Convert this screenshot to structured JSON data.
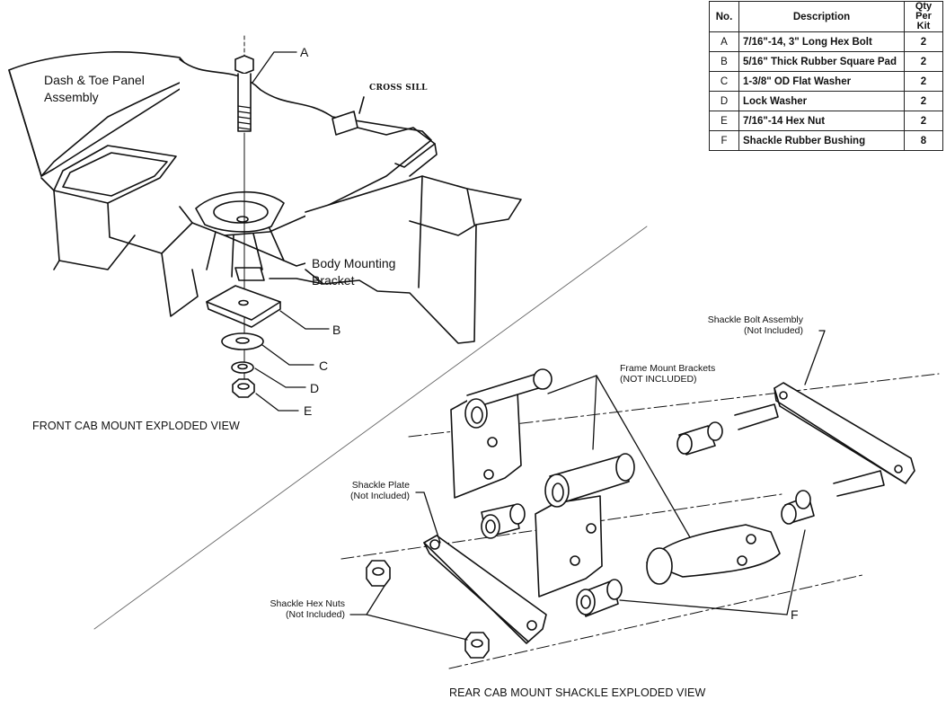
{
  "parts_table": {
    "headers": {
      "no": "No.",
      "description": "Description",
      "qty_line1": "Qty",
      "qty_line2": "Per Kit"
    },
    "rows": [
      {
        "no": "A",
        "description": "7/16\"-14, 3\" Long Hex Bolt",
        "qty": "2"
      },
      {
        "no": "B",
        "description": "5/16\" Thick Rubber Square Pad",
        "qty": "2"
      },
      {
        "no": "C",
        "description": "1-3/8\" OD Flat Washer",
        "qty": "2"
      },
      {
        "no": "D",
        "description": "Lock Washer",
        "qty": "2"
      },
      {
        "no": "E",
        "description": "7/16\"-14 Hex Nut",
        "qty": "2"
      },
      {
        "no": "F",
        "description": "Shackle Rubber Bushing",
        "qty": "8"
      }
    ]
  },
  "front_view": {
    "dash_label_line1": "Dash & Toe Panel",
    "dash_label_line2": "Assembly",
    "cross_sill_label": "CROSS SILL",
    "bracket_label_line1": "Body Mounting",
    "bracket_label_line2": "Bracket",
    "callouts": [
      "A",
      "B",
      "C",
      "D",
      "E"
    ],
    "caption": "FRONT CAB MOUNT EXPLODED VIEW"
  },
  "rear_view": {
    "shackle_bolt_line1": "Shackle Bolt Assembly",
    "shackle_bolt_line2": "(Not Included)",
    "frame_brackets_line1": "Frame Mount Brackets",
    "frame_brackets_line2": "(NOT INCLUDED)",
    "shackle_plate_line1": "Shackle Plate",
    "shackle_plate_line2": "(Not Included)",
    "hex_nuts_line1": "Shackle Hex Nuts",
    "hex_nuts_line2": "(Not Included)",
    "callout_f": "F",
    "caption": "REAR CAB MOUNT SHACKLE EXPLODED VIEW"
  }
}
